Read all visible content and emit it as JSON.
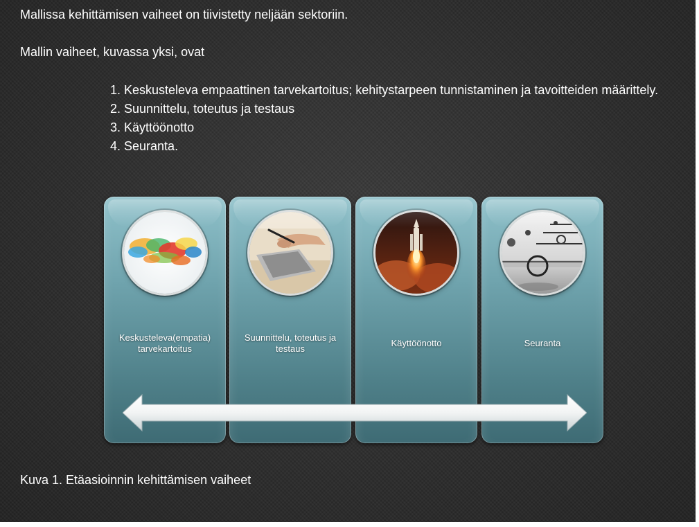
{
  "intro": {
    "line1": "Mallissa kehittämisen vaiheet on tiivistetty neljään sektoriin.",
    "line2": "Mallin vaiheet, kuvassa yksi, ovat"
  },
  "steps": [
    "1. Keskusteleva empaattinen tarvekartoitus; kehitystarpeen tunnistaminen ja tavoitteiden määrittely.",
    "2. Suunnittelu, toteutus ja testaus",
    "3. Käyttöönotto",
    "4. Seuranta."
  ],
  "diagram": {
    "panels": [
      {
        "label_line1": "Keskusteleva(empatia)",
        "label_line2": "tarvekartoitus",
        "image": "colorful-ink-cloud-image"
      },
      {
        "label_line1": "Suunnittelu, toteutus ja",
        "label_line2": "testaus",
        "image": "hand-writing-laptop-image"
      },
      {
        "label": "Käyttöönotto",
        "image": "rocket-launch-image"
      },
      {
        "label": "Seuranta",
        "image": "balance-balls-image"
      }
    ],
    "arrow_icon": "double-headed-arrow",
    "colors": {
      "panel": "#6fa3ad",
      "background": "#2b2b2b",
      "text": "#ffffff"
    }
  },
  "caption": "Kuva 1. Etäasioinnin kehittämisen vaiheet"
}
